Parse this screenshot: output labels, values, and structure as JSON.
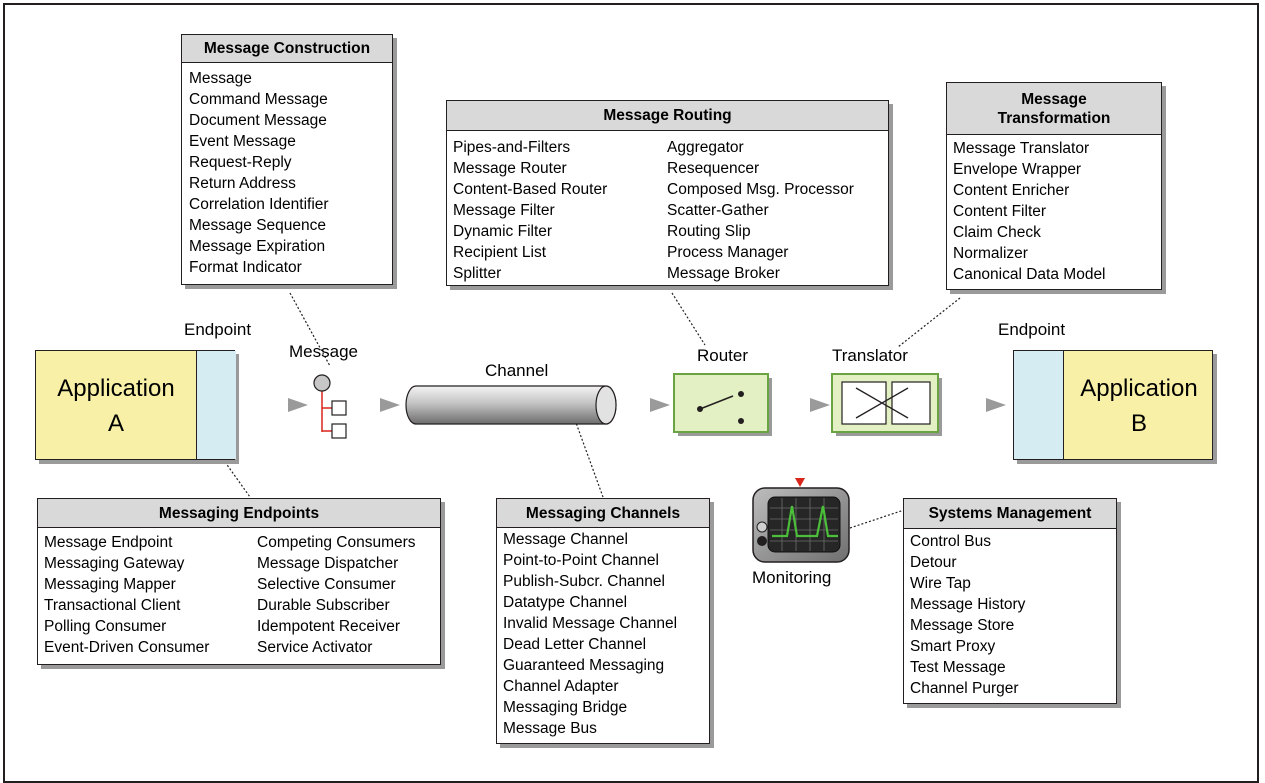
{
  "boxes": {
    "construction": {
      "title": "Message Construction",
      "items": [
        "Message",
        "Command Message",
        "Document Message",
        "Event Message",
        "Request-Reply",
        "Return Address",
        "Correlation Identifier",
        "Message Sequence",
        "Message Expiration",
        "Format Indicator"
      ]
    },
    "routing": {
      "title": "Message Routing",
      "items_left": [
        "Pipes-and-Filters",
        "Message Router",
        "Content-Based Router",
        "Message Filter",
        "Dynamic Filter",
        "Recipient List",
        "Splitter"
      ],
      "items_right": [
        "Aggregator",
        "Resequencer",
        "Composed Msg. Processor",
        "Scatter-Gather",
        "Routing Slip",
        "Process Manager",
        "Message Broker"
      ]
    },
    "transformation": {
      "title_line1": "Message",
      "title_line2": "Transformation",
      "items": [
        "Message Translator",
        "Envelope Wrapper",
        "Content Enricher",
        "Content Filter",
        "Claim Check",
        "Normalizer",
        "Canonical Data Model"
      ]
    },
    "endpoints": {
      "title": "Messaging Endpoints",
      "items_left": [
        "Message Endpoint",
        "Messaging Gateway",
        "Messaging Mapper",
        "Transactional Client",
        "Polling Consumer",
        "Event-Driven Consumer"
      ],
      "items_right": [
        "Competing Consumers",
        "Message Dispatcher",
        "Selective Consumer",
        "Durable Subscriber",
        "Idempotent Receiver",
        "Service Activator"
      ]
    },
    "channels": {
      "title": "Messaging Channels",
      "items": [
        "Message Channel",
        "Point-to-Point Channel",
        "Publish-Subcr. Channel",
        "Datatype Channel",
        "Invalid Message Channel",
        "Dead Letter Channel",
        "Guaranteed Messaging",
        "Channel Adapter",
        "Messaging Bridge",
        "Message Bus"
      ]
    },
    "management": {
      "title": "Systems Management",
      "items": [
        "Control Bus",
        "Detour",
        "Wire Tap",
        "Message History",
        "Message Store",
        "Smart Proxy",
        "Test Message",
        "Channel Purger"
      ]
    }
  },
  "flow": {
    "endpoint_left": "Endpoint",
    "endpoint_right": "Endpoint",
    "app_a_line1": "Application",
    "app_a_line2": "A",
    "app_b_line1": "Application",
    "app_b_line2": "B",
    "message": "Message",
    "channel": "Channel",
    "router": "Router",
    "translator": "Translator",
    "monitoring": "Monitoring"
  },
  "colors": {
    "application_fill": "#f7f0a6",
    "endpoint_fill": "#d5ecf3",
    "component_fill": "#e3f0c4",
    "component_border": "#6aa342",
    "header_fill": "#d9d9d9",
    "arrow_gray": "#9a9a9a",
    "message_line": "#d9261c",
    "monitor_signal": "#4bbf3a"
  },
  "icons": [
    "message-icon",
    "channel-pipe-icon",
    "router-icon",
    "translator-icon",
    "monitor-icon",
    "flow-arrow-icon"
  ]
}
